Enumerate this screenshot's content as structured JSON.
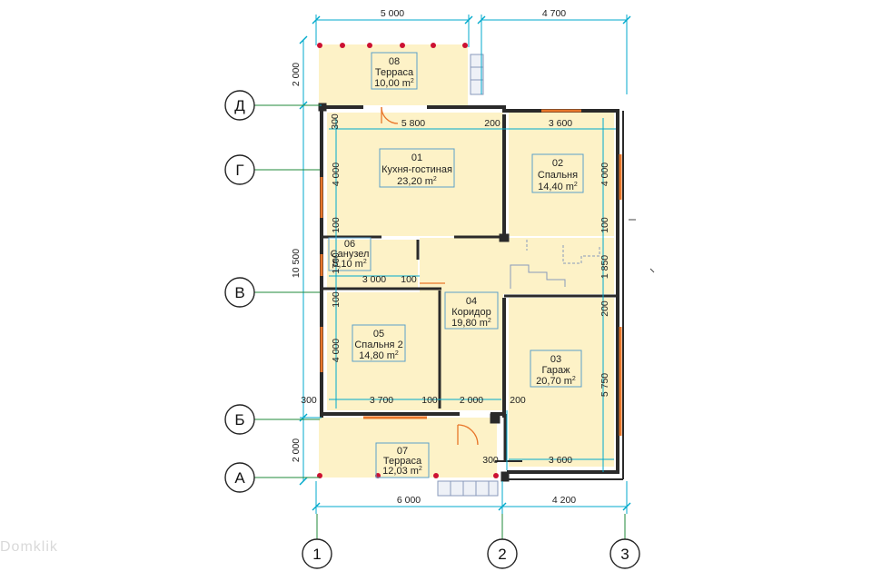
{
  "plan": {
    "axes_letters": [
      "Д",
      "Г",
      "В",
      "Б",
      "А"
    ],
    "axes_numbers": [
      "1",
      "2",
      "3"
    ],
    "rooms": [
      {
        "num": "08",
        "name": "Терраса",
        "area": "10,00 m",
        "sup": "2"
      },
      {
        "num": "01",
        "name": "Кухня-гостиная",
        "area": "23,20 m",
        "sup": "2"
      },
      {
        "num": "02",
        "name": "Спальня",
        "area": "14,40 m",
        "sup": "2"
      },
      {
        "num": "06",
        "name": "Санузел",
        "area": "5,10 m",
        "sup": "2"
      },
      {
        "num": "04",
        "name": "Коридор",
        "area": "19,80 m",
        "sup": "2"
      },
      {
        "num": "05",
        "name": "Спальня 2",
        "area": "14,80 m",
        "sup": "2"
      },
      {
        "num": "03",
        "name": "Гараж",
        "area": "20,70 m",
        "sup": "2"
      },
      {
        "num": "07",
        "name": "Терраса",
        "area": "12,03 m",
        "sup": "2"
      }
    ],
    "dims_top": [
      "5 000",
      "4 700"
    ],
    "dims_bottom": [
      "6 000",
      "4 200"
    ],
    "dims_left": [
      "2 000",
      "10 500",
      "2 000"
    ],
    "dims_inner": {
      "top_300": "300",
      "k_5800": "5 800",
      "k_200": "200",
      "b_3600_top": "3 600",
      "k_4000": "4 000",
      "b_4000": "4 000",
      "k_100": "100",
      "b_100": "100",
      "s_1700": "1700",
      "s_3000": "3 000",
      "s_100": "100",
      "c_1850": "1 850",
      "sp_100": "100",
      "sp_4000": "4 000",
      "g_200": "200",
      "g_5750": "5 750",
      "bl_300": "300",
      "sp_3700": "3 700",
      "sp_100b": "100",
      "c_2000": "2 000",
      "g_200b": "200",
      "t_300": "300",
      "g_3600": "3 600"
    }
  },
  "watermark": "Domklik",
  "colors": {
    "room_fill": "#fdf2c7",
    "dim_line": "#00aacc",
    "axis_line": "#1f8a3a",
    "wall": "#2a2a2a",
    "window": "#e8762a",
    "marker": "#cc1133"
  }
}
